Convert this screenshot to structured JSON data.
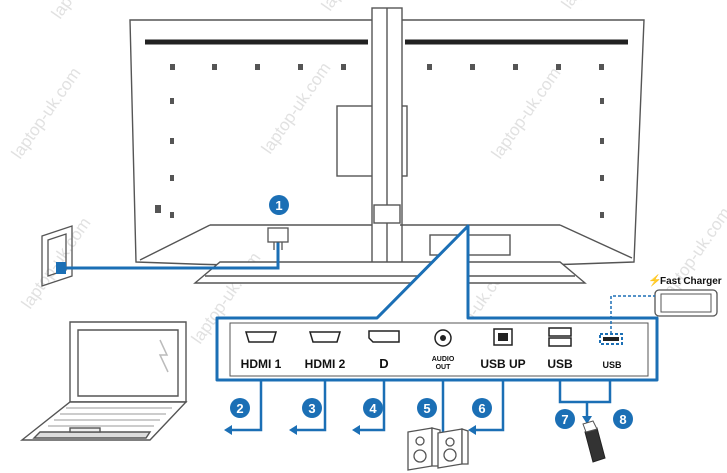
{
  "ports": {
    "hdmi1": "HDMI 1",
    "hdmi2": "HDMI 2",
    "dp_symbol": "D",
    "audio_line1": "AUDIO",
    "audio_line2": "OUT",
    "usb_up": "USB UP",
    "usb": "USB",
    "usb_small": "USB"
  },
  "fast_charger": "Fast Charger",
  "callouts": [
    "1",
    "2",
    "3",
    "4",
    "5",
    "6",
    "7",
    "8"
  ],
  "watermark": "laptop-uk.com",
  "colors": {
    "accent": "#1b6fb5",
    "outline": "#555555",
    "panel_border": "#1b6fb5"
  }
}
